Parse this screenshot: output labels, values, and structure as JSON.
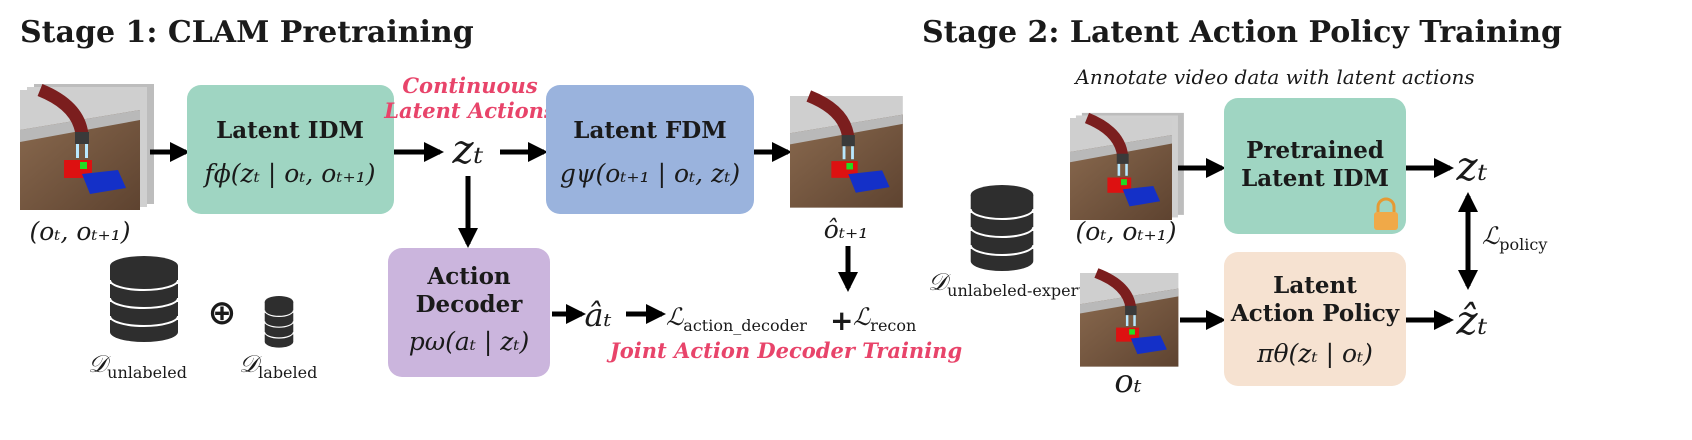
{
  "stage1": {
    "title": "Stage 1: CLAM Pretraining",
    "input_frames_label": "(oₜ, oₜ₊₁)",
    "latent_idm": {
      "title": "Latent IDM",
      "formula": "fϕ(zₜ | oₜ, oₜ₊₁)"
    },
    "annotation_continuous": [
      "Continuous",
      "Latent Actions"
    ],
    "latent_var": "zₜ",
    "latent_fdm": {
      "title": "Latent FDM",
      "formula": "gψ(oₜ₊₁ | oₜ, zₜ)"
    },
    "output_frame_label": "ôₜ₊₁",
    "action_decoder": {
      "title_lines": [
        "Action",
        "Decoder"
      ],
      "formula": "pω(aₜ | zₜ)"
    },
    "decoded_action": "âₜ",
    "loss_action_decoder": {
      "symbol": "ℒ",
      "subscript": "action_decoder"
    },
    "plus": "+",
    "loss_recon": {
      "symbol": "ℒ",
      "subscript": "recon"
    },
    "annotation_joint": "Joint Action Decoder Training",
    "dataset_unlabeled": {
      "symbol": "𝒟",
      "subscript": "unlabeled"
    },
    "oplus": "⊕",
    "dataset_labeled": {
      "symbol": "𝒟",
      "subscript": "labeled"
    }
  },
  "stage2": {
    "title": "Stage 2: Latent Action Policy Training",
    "annotation": "Annotate video data with latent actions",
    "dataset_expert": {
      "symbol": "𝒟",
      "subscript": "unlabeled-expert"
    },
    "input_frames_label": "(oₜ, oₜ₊₁)",
    "pretrained_idm": {
      "title_lines": [
        "Pretrained",
        "Latent IDM"
      ]
    },
    "latent_var": "zₜ",
    "loss_policy": {
      "symbol": "ℒ",
      "subscript": "policy"
    },
    "obs_label": "oₜ",
    "policy": {
      "title_lines": [
        "Latent",
        "Action Policy"
      ],
      "formula": "πθ(zₜ | oₜ)"
    },
    "predicted_latent": "ẑₜ"
  },
  "colors": {
    "idm_box": "#9fd5c2",
    "fdm_box": "#9ab3dd",
    "decoder_box": "#cbb5dd",
    "policy_box": "#f6e2d1",
    "annotation_pink": "#e8446a",
    "lock": "#f0a948"
  }
}
